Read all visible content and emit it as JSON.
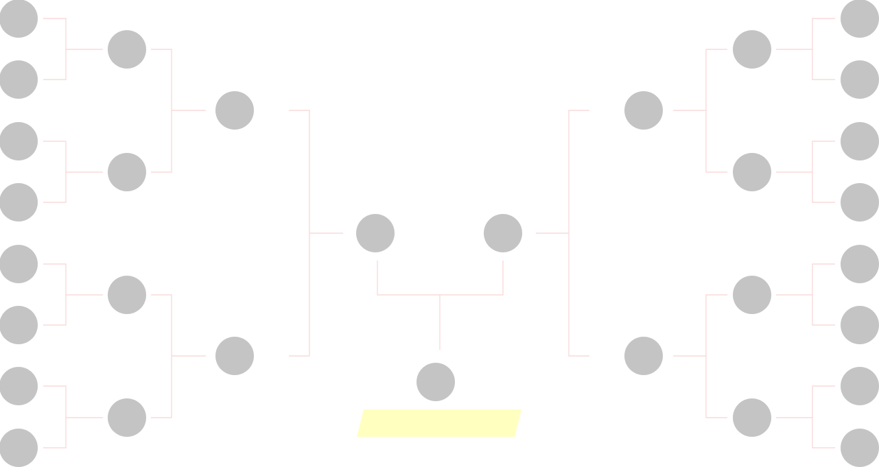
{
  "theme": {
    "slot_color": "#c4c4c4",
    "line_color": "#fadada",
    "banner_color": "#ffffc0"
  },
  "bracket": {
    "left_side": {
      "round_of_16": 8,
      "quarterfinals": 4,
      "semifinals": 2,
      "finalist": 1
    },
    "right_side": {
      "round_of_16": 8,
      "quarterfinals": 4,
      "semifinals": 2,
      "finalist": 1
    },
    "champion": 1,
    "champion_label": ""
  }
}
